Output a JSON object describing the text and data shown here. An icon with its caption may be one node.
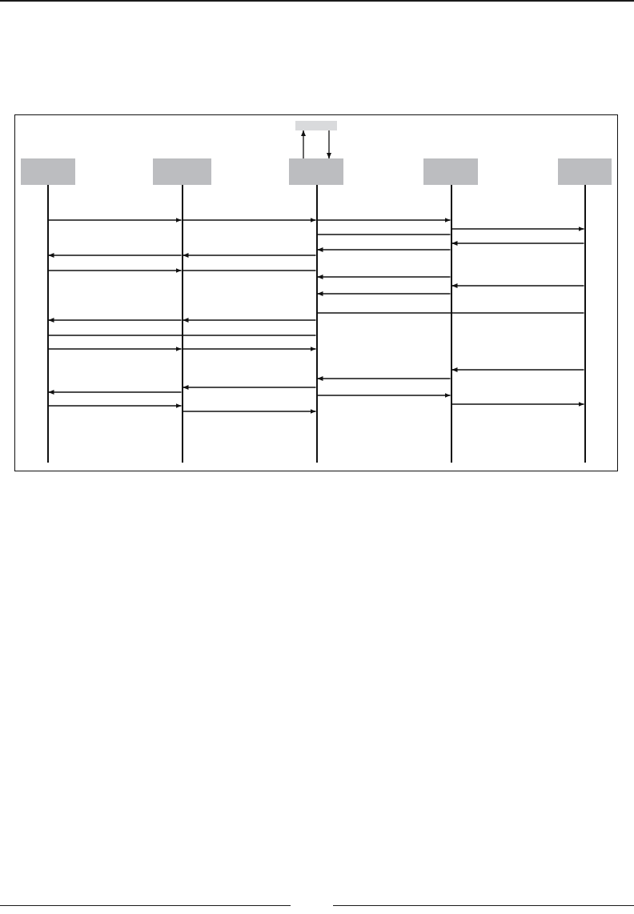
{
  "diagram": {
    "nodes": [
      {
        "text": [],
        "shape": "box"
      },
      {
        "text": [],
        "shape": "box"
      },
      {
        "text": [],
        "shape": "box"
      },
      {
        "text": [],
        "shape": "box"
      },
      {
        "text": [],
        "shape": "box"
      },
      {
        "text": [],
        "shape": "box"
      },
      {
        "text": [],
        "shape": "line"
      },
      {
        "text": [],
        "shape": "line"
      },
      {
        "text": [],
        "shape": "line"
      },
      {
        "text": [],
        "shape": "line"
      },
      {
        "text": [],
        "shape": "line"
      }
    ],
    "edges": [
      {
        "from": 3,
        "to": 0,
        "arrow": "to"
      },
      {
        "from": 0,
        "to": 3,
        "arrow": "to"
      },
      {
        "from": 6,
        "to": 7,
        "arrow": "to"
      },
      {
        "from": 7,
        "to": 8,
        "arrow": "to"
      },
      {
        "from": 8,
        "to": 9,
        "arrow": "to"
      },
      {
        "from": 9,
        "to": 10,
        "arrow": "to"
      },
      {
        "from": 8,
        "to": 9,
        "arrow": "none"
      },
      {
        "from": 10,
        "to": 9,
        "arrow": "to"
      },
      {
        "from": 9,
        "to": 8,
        "arrow": "to"
      },
      {
        "from": 8,
        "to": 7,
        "arrow": "to"
      },
      {
        "from": 7,
        "to": 6,
        "arrow": "to"
      },
      {
        "from": 6,
        "to": 7,
        "arrow": "to"
      },
      {
        "from": 7,
        "to": 8,
        "arrow": "none"
      },
      {
        "from": 9,
        "to": 8,
        "arrow": "to"
      },
      {
        "from": 10,
        "to": 9,
        "arrow": "to"
      },
      {
        "from": 9,
        "to": 8,
        "arrow": "to"
      },
      {
        "from": 8,
        "to": 10,
        "arrow": "none"
      },
      {
        "from": 8,
        "to": 7,
        "arrow": "to"
      },
      {
        "from": 7,
        "to": 6,
        "arrow": "to"
      },
      {
        "from": 6,
        "to": 8,
        "arrow": "none"
      },
      {
        "from": 6,
        "to": 7,
        "arrow": "to"
      },
      {
        "from": 7,
        "to": 8,
        "arrow": "to"
      },
      {
        "from": 10,
        "to": 9,
        "arrow": "to"
      },
      {
        "from": 9,
        "to": 8,
        "arrow": "to"
      },
      {
        "from": 8,
        "to": 7,
        "arrow": "to"
      },
      {
        "from": 7,
        "to": 6,
        "arrow": "to"
      },
      {
        "from": 8,
        "to": 9,
        "arrow": "to"
      },
      {
        "from": 9,
        "to": 10,
        "arrow": "to"
      },
      {
        "from": 6,
        "to": 7,
        "arrow": "to"
      },
      {
        "from": 7,
        "to": 8,
        "arrow": "to"
      }
    ]
  }
}
